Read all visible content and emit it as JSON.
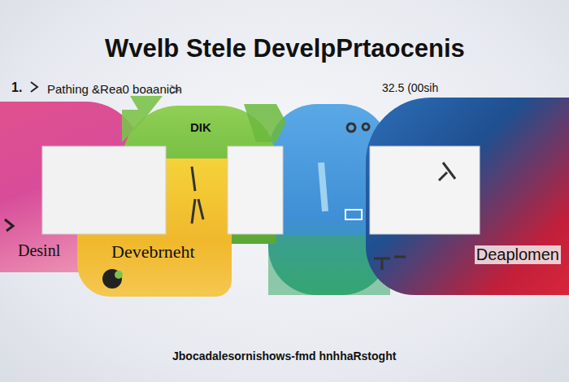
{
  "diagram": {
    "title": "Wvelb Stele DevelpPrtaocenis",
    "caption": "Jbocadalesornishows-fmd hnhhaRstoght",
    "nodes": [
      {
        "text": [
          "Desinl"
        ]
      },
      {
        "text": [
          "DIK"
        ]
      },
      {
        "text": [
          "Devebrneht"
        ]
      },
      {
        "text": [
          "Deaplomen"
        ]
      }
    ],
    "labels": [
      "1.",
      "Pathing &Rea0 boaanich",
      "32.5 (00sih"
    ]
  }
}
